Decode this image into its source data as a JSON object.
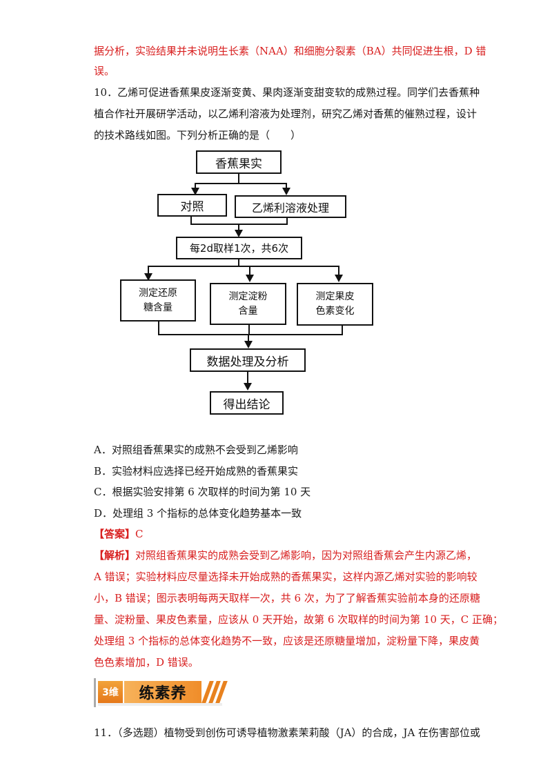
{
  "top_explanation": {
    "line1": "据分析，实验结果并未说明生长素（NAA）和细胞分裂素（BA）共同促进生根，D 错",
    "line2": "误。"
  },
  "question10": {
    "stem_line1": "10．乙烯可促进香蕉果皮逐渐变黄、果肉逐渐变甜变软的成熟过程。同学们去香蕉种",
    "stem_line2": "植合作社开展研学活动，以乙烯利溶液为处理剂，研究乙烯对香蕉的催熟过程，设计",
    "stem_line3": "的技术路线如图。下列分析正确的是（　　）",
    "flowchart": {
      "top": "香蕉果实",
      "control": "对照",
      "treatment": "乙烯利溶液处理",
      "sampling": "每2d取样1次，共6次",
      "measure1_line1": "测定还原",
      "measure1_line2": "糖含量",
      "measure2_line1": "测定淀粉",
      "measure2_line2": "含量",
      "measure3_line1": "测定果皮",
      "measure3_line2": "色素变化",
      "analysis": "数据处理及分析",
      "conclusion": "得出结论"
    },
    "options": [
      "A．对照组香蕉果实的成熟不会受到乙烯影响",
      "B．实验材料应选择已经开始成熟的香蕉果实",
      "C．根据实验安排第 6 次取样的时间为第 10 天",
      "D．处理组 3 个指标的总体变化趋势基本一致"
    ],
    "answer_label": "【答案】",
    "answer_value": "C",
    "analysis_label": "【解析】",
    "analysis_lines": [
      "对照组香蕉果实的成熟会受到乙烯影响，因为对照组香蕉会产生内源乙烯，",
      "A 错误；实验材料应尽量选择未开始成熟的香蕉果实，这样内源乙烯对实验的影响较",
      "小，B 错误；图示表明每两天取样一次，共 6 次，为了了解香蕉实验前本身的还原糖",
      "量、淀粉量、果皮色素量，应该从 0 天开始，故第 6 次取样的时间为第 10 天，C 正确；",
      "处理组 3 个指标的总体变化趋势不一致，应该是还原糖量增加，淀粉量下降，果皮黄",
      "色色素增加，D 错误。"
    ]
  },
  "section_banner": {
    "tag": "3维",
    "title": "练素养"
  },
  "question11": {
    "stem_line1": "11．（多选题）植物受到创伤可诱导植物激素茉莉酸（JA）的合成，JA 在伤害部位或"
  },
  "colors": {
    "red": "#d81e1e",
    "banner_orange": "#f08d2a"
  }
}
